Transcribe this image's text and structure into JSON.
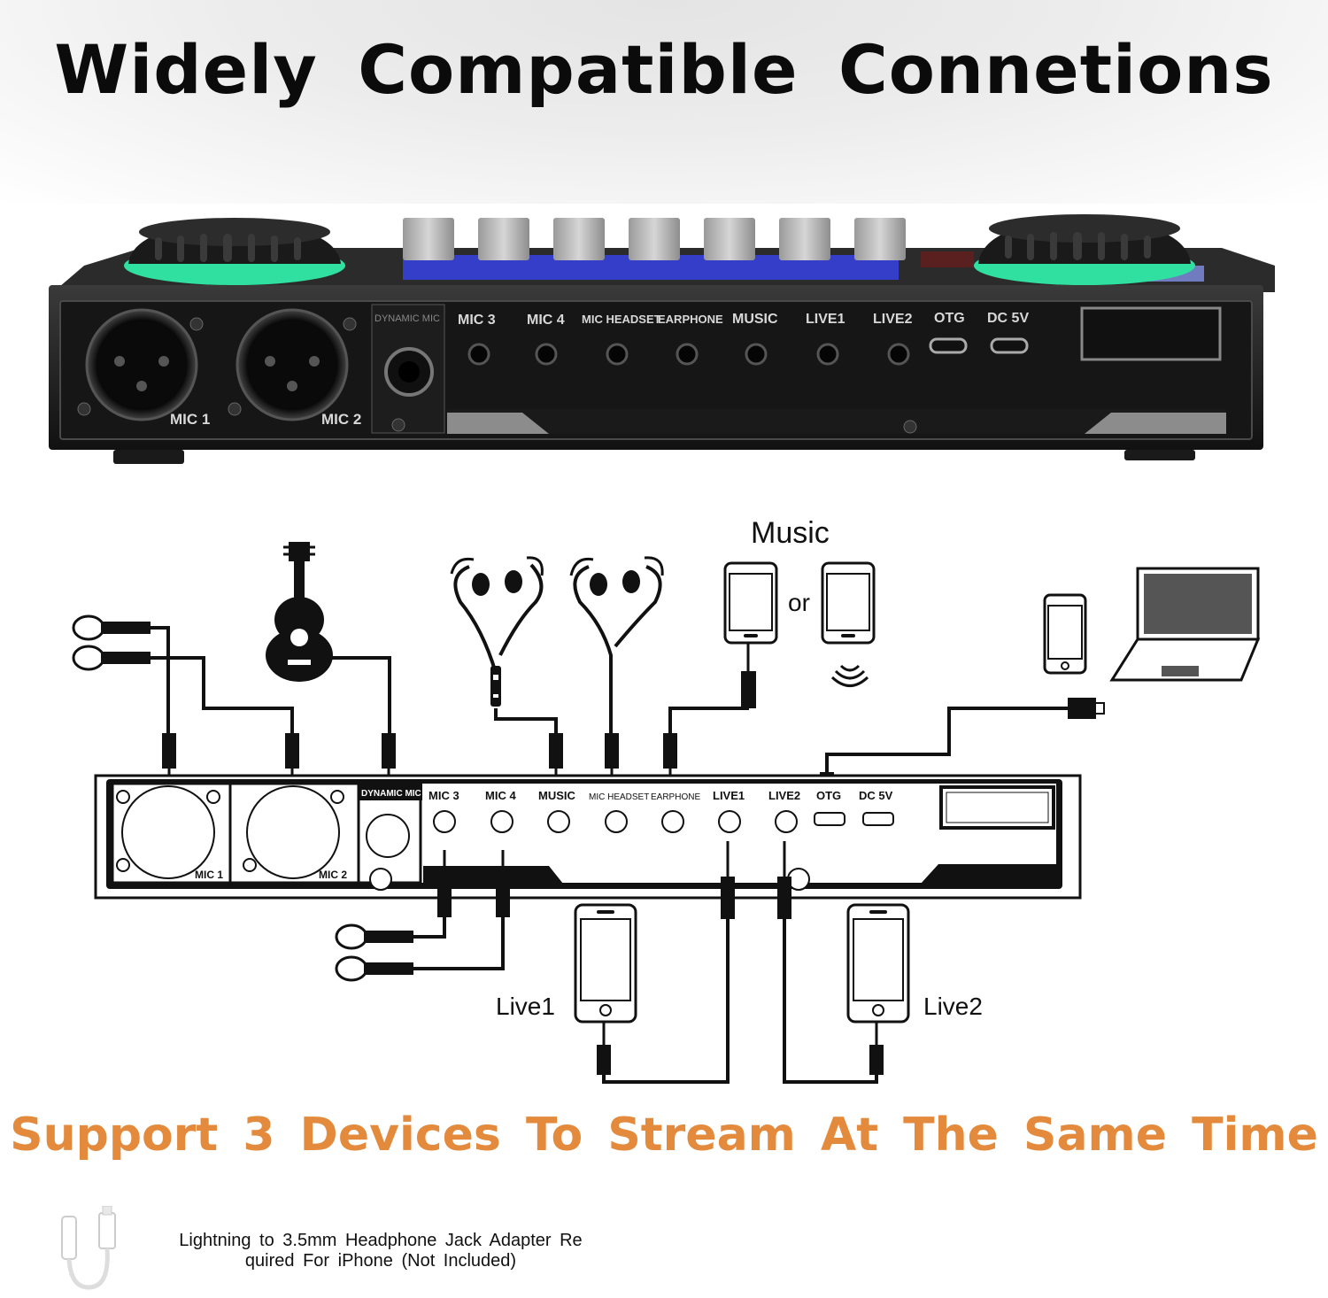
{
  "headline": "Widely Compatible Connetions",
  "device": {
    "panel_labels": [
      "MIC 1",
      "MIC 2",
      "DYNAMIC MIC",
      "MIC 3",
      "MIC 4",
      "MIC HEADSET",
      "EARPHONE",
      "MUSIC",
      "LIVE1",
      "LIVE2",
      "OTG",
      "DC 5V"
    ]
  },
  "diagram": {
    "music_label": "Music",
    "or_label": "or",
    "panel_labels": {
      "dynamic_mic": "DYNAMIC MIC",
      "mic3": "MIC 3",
      "mic4": "MIC 4",
      "music": "MUSIC",
      "mic_headset": "MIC HEADSET",
      "earphone": "EARPHONE",
      "live1": "LIVE1",
      "live2": "LIVE2",
      "otg": "OTG",
      "dc5v": "DC 5V",
      "mic1": "MIC 1",
      "mic2": "MIC 2"
    },
    "live1_label": "Live1",
    "live2_label": "Live2"
  },
  "subhead": "Support 3 Devices To Stream At The Same Time",
  "note_line1": "Lightning to 3.5mm Headphone Jack Adapter Re",
  "note_line2": "quired For iPhone (Not Included)",
  "colors": {
    "accent": "#e38a3c",
    "glow": "#2fe0a0",
    "led": "#3a45ff"
  }
}
